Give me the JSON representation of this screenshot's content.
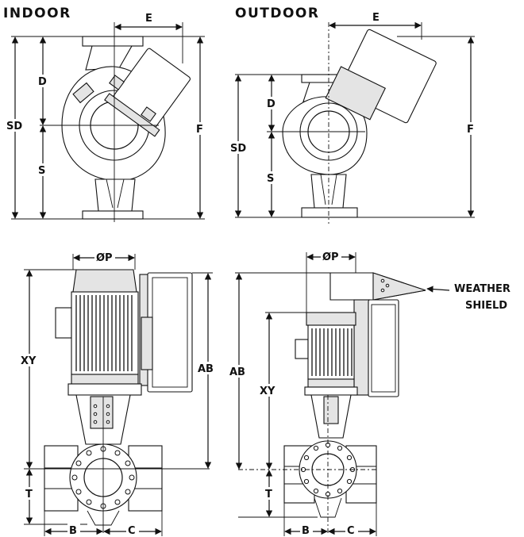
{
  "titles": {
    "indoor": "INDOOR",
    "outdoor": "OUTDOOR"
  },
  "indoor_top": {
    "e": "E",
    "d": "D",
    "sd": "SD",
    "s": "S",
    "f": "F"
  },
  "outdoor_top": {
    "e": "E",
    "d": "D",
    "sd": "SD",
    "s": "S",
    "f": "F"
  },
  "indoor_side": {
    "p": "ØP",
    "xy": "XY",
    "ab": "AB",
    "t": "T",
    "b": "B",
    "c": "C"
  },
  "outdoor_side": {
    "p": "ØP",
    "ab": "AB",
    "xy": "XY",
    "t": "T",
    "b": "B",
    "c": "C",
    "shield_line1": "WEATHER",
    "shield_line2": "SHIELD"
  }
}
